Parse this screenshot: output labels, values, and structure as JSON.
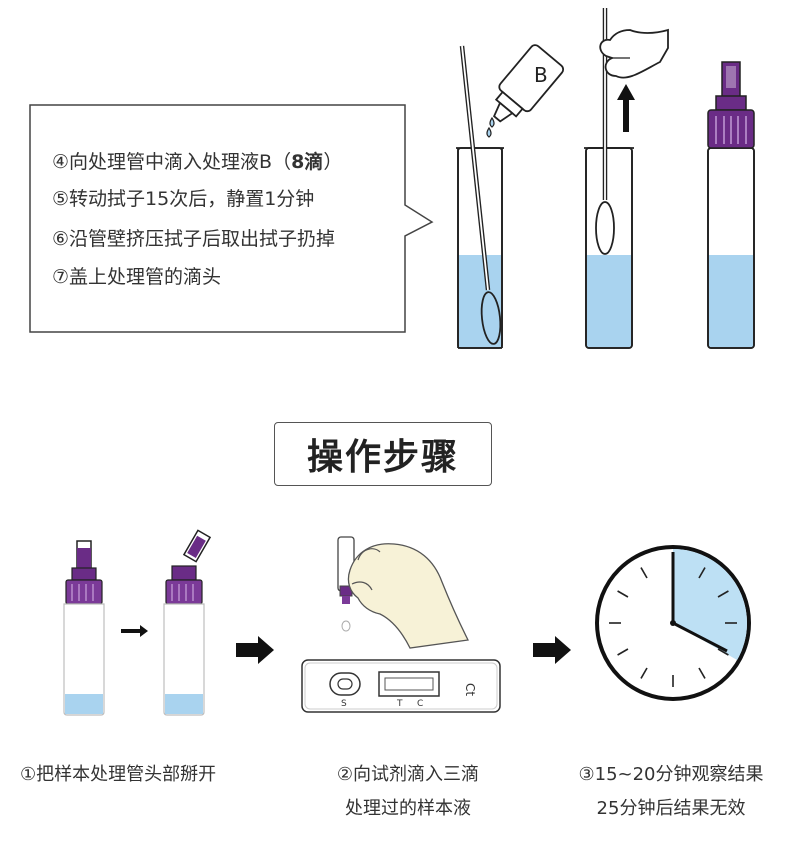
{
  "callout": {
    "step4_text": "④向处理管中滴入处理液B（",
    "step4_bold": "8滴",
    "step4_close": "）",
    "step5": "⑤转动拭子15次后，静置1分钟",
    "step6": "⑥沿管壁挤压拭子后取出拭子扔掉",
    "step7": "⑦盖上处理管的滴头"
  },
  "bottle_label": "B",
  "section_title": "操作步骤",
  "cassette": {
    "sample_mark": "S",
    "t_mark": "T",
    "c_mark": "C",
    "ct_mark": "Ct"
  },
  "captions": {
    "step1": "①把样本处理管头部掰开",
    "step2_line1": "②向试剂滴入三滴",
    "step2_line2": "处理过的样本液",
    "step3_line1": "③15~20分钟观察结果",
    "step3_line2": "25分钟后结果无效"
  },
  "clock": {
    "highlight_start_minutes": 0,
    "highlight_end_minutes": 20
  },
  "colors": {
    "liquid": "#a9d3ef",
    "cap_purple": "#6a2c86",
    "cap_light": "#8a4aa6",
    "outline": "#222222"
  }
}
